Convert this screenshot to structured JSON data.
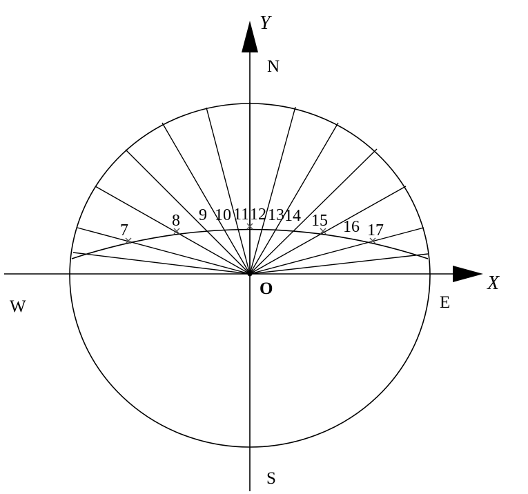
{
  "axes": {
    "x_label": "X",
    "y_label": "Y",
    "origin_label": "O"
  },
  "directions": {
    "north": "N",
    "south": "S",
    "east": "E",
    "west": "W"
  },
  "hours": [
    {
      "label": "7"
    },
    {
      "label": "8"
    },
    {
      "label": "9"
    },
    {
      "label": "10"
    },
    {
      "label": "11"
    },
    {
      "label": "12"
    },
    {
      "label": "13"
    },
    {
      "label": "14"
    },
    {
      "label": "15"
    },
    {
      "label": "16"
    },
    {
      "label": "17"
    }
  ],
  "colors": {
    "line": "#000000",
    "marker": "#555555",
    "background": "#ffffff"
  }
}
